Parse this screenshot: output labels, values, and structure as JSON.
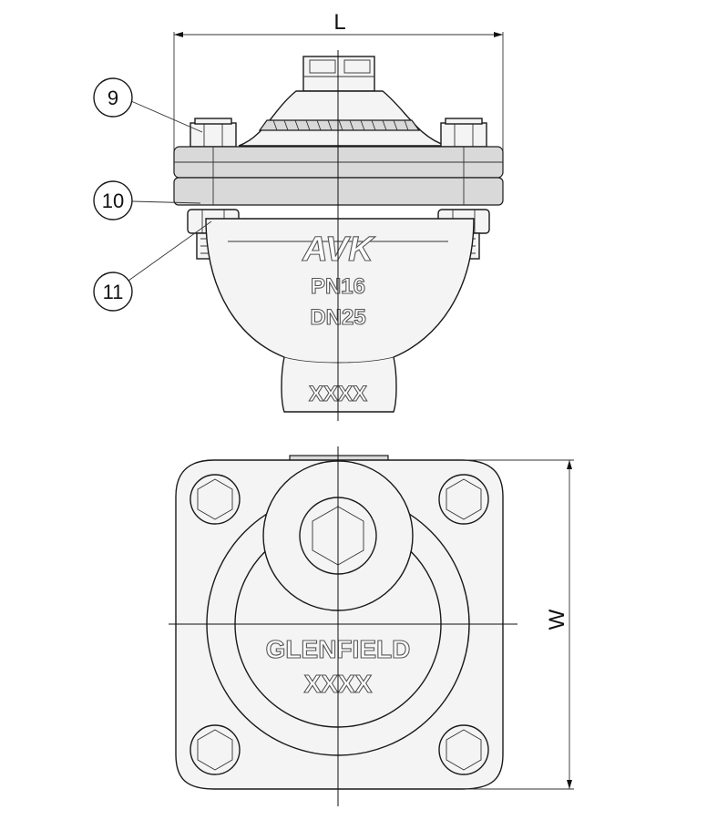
{
  "dimensions": {
    "length_label": "L",
    "width_label": "W"
  },
  "callouts": [
    {
      "number": "9"
    },
    {
      "number": "10"
    },
    {
      "number": "11"
    }
  ],
  "front_view": {
    "brand_mark": "AVK",
    "pressure_rating": "PN16",
    "nominal_size": "DN25",
    "neck_marking": "XXXX"
  },
  "bottom_view": {
    "maker_name": "GLENFIELD",
    "marking": "XXXX"
  }
}
